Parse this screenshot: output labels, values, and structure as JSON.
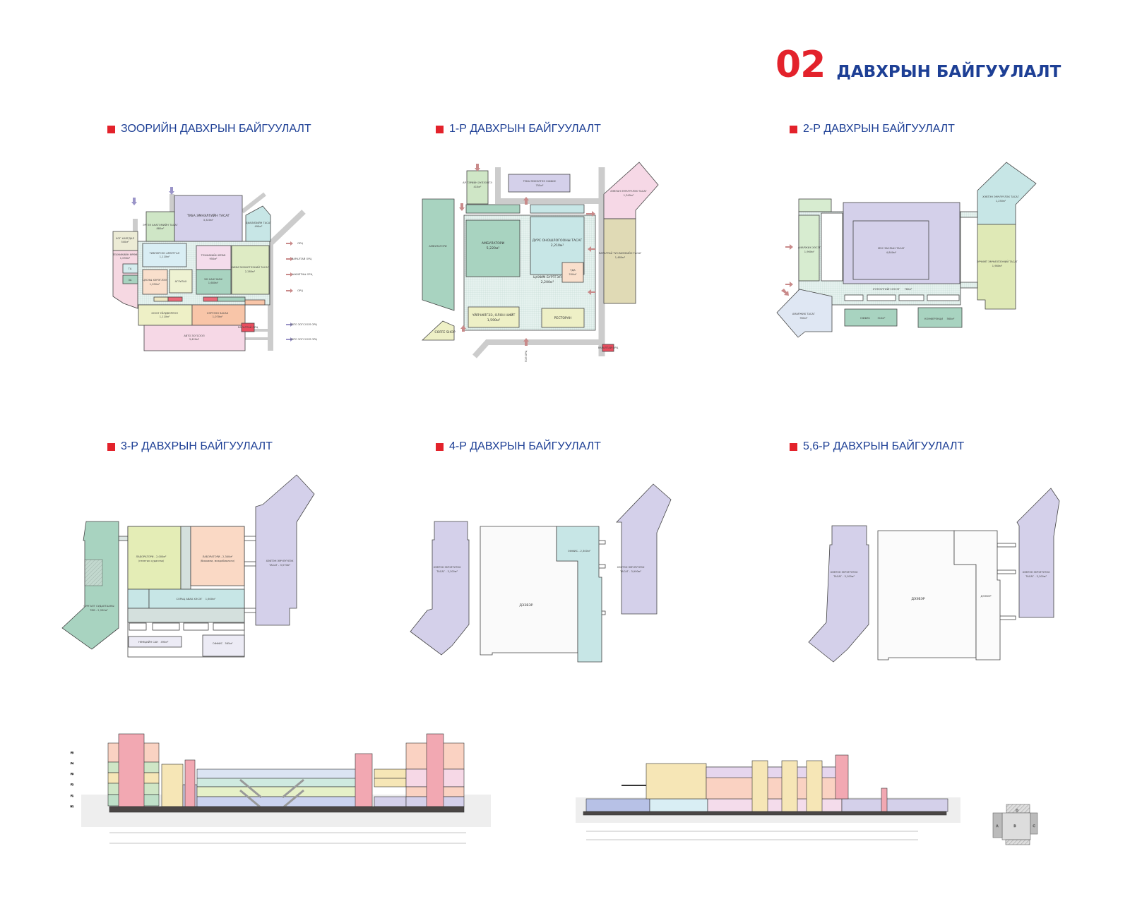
{
  "header": {
    "number": "02",
    "title": "ДАВХРЫН БАЙГУУЛАЛТ"
  },
  "sections": [
    {
      "title": "ЗООРИЙН ДАВХРЫН БАЙГУУЛАЛТ"
    },
    {
      "title": "1-Р ДАВХРЫН БАЙГУУЛАЛТ"
    },
    {
      "title": "2-Р ДАВХРЫН БАЙГУУЛАЛТ"
    },
    {
      "title": "3-Р ДАВХРЫН БАЙГУУЛАЛТ"
    },
    {
      "title": "4-Р ДАВХРЫН БАЙГУУЛАЛТ"
    },
    {
      "title": "5,6-Р ДАВХРЫН БАЙГУУЛАЛТ"
    }
  ],
  "basement": {
    "rooms": [
      {
        "name": "ТУБА ЭМНЭЛГИЙН ТАСАГ",
        "area": "3,320м²"
      },
      {
        "name": "ЭРГЭЭ АНАТОМИЙН ТАСАГ",
        "area": "880м²"
      },
      {
        "name": "ДИАЛИЗИЙН ТАСАГ",
        "area": "490м²"
      },
      {
        "name": "ХОГ ХАЯГДАЛ",
        "area": "540м²"
      },
      {
        "name": "ТЕХНИКИЙН ӨРӨӨ",
        "area": "1,090м²"
      },
      {
        "name": "ТА",
        "area": ""
      },
      {
        "name": "ЗА",
        "area": ""
      },
      {
        "name": "ТИВЛЭРСЭН АРИУТГАЛ",
        "area": "1,110м²"
      },
      {
        "name": "ТЕХНИКИЙН ӨРӨӨ",
        "area": "950м²"
      },
      {
        "name": "ХИМИ ЭМЧИЛГЭЭНИЙ ТАСАГ",
        "area": "2,280м²"
      },
      {
        "name": "ЦУСНЫ ХЭРЭГЛЭЭ",
        "area": "1,050м²"
      },
      {
        "name": "АГУУЛАХ",
        "area": ""
      },
      {
        "name": "ЭМ ХАНГАМЖ",
        "area": "1,680м²"
      },
      {
        "name": "ХООЛ ҮЙЛДВЭРЛЭЛ",
        "area": "1,110м²"
      },
      {
        "name": "СЭРГЭЭН ЗАСАХ",
        "area": "1,070м²"
      },
      {
        "name": "АВТО ЗОГСООЛ",
        "area": "3,420м²"
      },
      {
        "name": "ЯАРАЛТАЙ ОРЦ",
        "area": ""
      }
    ],
    "arrows": [
      "ОРЦ",
      "ЯАРАЛТАЙ ОРЦ",
      "АЖИЛТНЫ ОРЦ",
      "ОРЦ",
      "АВТО ЗОГСООЛ ОРЦ",
      "АВТО ЗОГСООЛ ОРЦ"
    ]
  },
  "floor1": {
    "rooms": [
      {
        "name": "АМБУЛАТОРИ",
        "area": ""
      },
      {
        "name": "АМБУЛАТОРИ",
        "area": "5,220м²"
      },
      {
        "name": "АР ГЭРИЙН ХҮЛЭЭЛГЭ",
        "area": "415м²"
      },
      {
        "name": "ТУБА ЭМНЭЛГЭЭ ОФФИС",
        "area": "755м²"
      },
      {
        "name": "ДҮРС ОНОШЛОГООНЫ ТАСАГ",
        "area": "2,210м²"
      },
      {
        "name": "ҮДА",
        "area": "250м²"
      },
      {
        "name": "ЦАХИМ БҮРТГЭЛ",
        "area": "2,200м²"
      },
      {
        "name": "ҮЙЛЧИЛГЭЭ, ОЛОН НИЙТ",
        "area": "1,590м²"
      },
      {
        "name": "РЕСТОРАН",
        "area": ""
      },
      {
        "name": "COFFE SHOP",
        "area": ""
      },
      {
        "name": "ХЭВТАН ЭМЧЛҮҮЛЭХ ТАСАГ",
        "area": "1,345м²"
      },
      {
        "name": "ЯАРАЛТАЙ ТУСЛАМЖИЙН ТАСАГ",
        "area": "1,480м²"
      },
      {
        "name": "ЯАРАЛТАЙ ОРЦ",
        "area": ""
      }
    ],
    "arrow_label": "ГОЛ ОРЦ"
  },
  "floor2": {
    "rooms": [
      {
        "name": "ХЭВТЭН ЭМЧЛҮҮЛЭХ ТАСАГ",
        "area": "1,250м²"
      },
      {
        "name": "ЭРЧИМТ ЭМЧИЛГЭЭНИЙ ТАСАГ",
        "area": "1,980м²"
      },
      {
        "name": "МЭС ЗАСЛЫН ТАСАГ",
        "area": "4,840м²"
      },
      {
        "name": "АМАРЖИХ ХЭСЭГ",
        "area": "1,960м²"
      },
      {
        "name": "АМАРЖИХ ТАСАГ",
        "area": "950м²"
      },
      {
        "name": "ХҮЛЭЭЛГИЙН ХЭСЭГ",
        "area": "780м²"
      },
      {
        "name": "ОФФИС",
        "area": "510м²"
      },
      {
        "name": "КОНФЕРЕНЦИ",
        "area": "560м²"
      }
    ]
  },
  "floor3": {
    "rooms": [
      {
        "name": "ЛАБОРАТОРИ - 2,000м²",
        "area": "/генетик судалгаа/"
      },
      {
        "name": "ЛАБОРАТОРИ - 2,340м²",
        "area": "/биохими, микробиологи/"
      },
      {
        "name": "ХЭВТЭН ЭМЧЛҮҮЛЭХ",
        "area": "ТАСАГ - 3,570м²"
      },
      {
        "name": "СУРГАЛТ СУДАЛГААНЫ",
        "area": "ТӨВ - 2,930м²"
      },
      {
        "name": "СОРЬЦ АВАХ ХЭСЭГ",
        "area": "1,600м²"
      },
      {
        "name": "НӨӨЦИЙН САН",
        "area": "490м²"
      },
      {
        "name": "ОФФИС",
        "area": "565м²"
      }
    ]
  },
  "floor4": {
    "rooms": [
      {
        "name": "ХЭВТЭН ЭМЧЛҮҮЛЭХ",
        "area": "ТАСАГ - 3,100м²"
      },
      {
        "name": "ДЭЭВЭР",
        "area": ""
      },
      {
        "name": "ОФФИС - 2,300м²",
        "area": ""
      },
      {
        "name": "ХЭВТЭН ЭМЧЛҮҮЛЭХ",
        "area": "ТАСАГ - 3,900м²"
      }
    ]
  },
  "floor56": {
    "rooms": [
      {
        "name": "ХЭВТЭН ЭМЧЛҮҮЛЭХ",
        "area": "ТАСАГ - 3,100м²"
      },
      {
        "name": "ДЭЭВЭР",
        "area": ""
      },
      {
        "name": "ДЭЭВЭР",
        "area": ""
      },
      {
        "name": "ХЭВТЭН ЭМЧЛҮҮЛЭХ",
        "area": "ТАСАГ - 3,100м²"
      }
    ]
  },
  "sections_drawings": {
    "levels": [
      "B1",
      "F1",
      "F2",
      "F3",
      "F4",
      "F5"
    ],
    "key_plan": [
      "A",
      "B",
      "C",
      "D"
    ]
  },
  "colors": {
    "accent": "#e3222b",
    "title": "#1d3f95"
  }
}
